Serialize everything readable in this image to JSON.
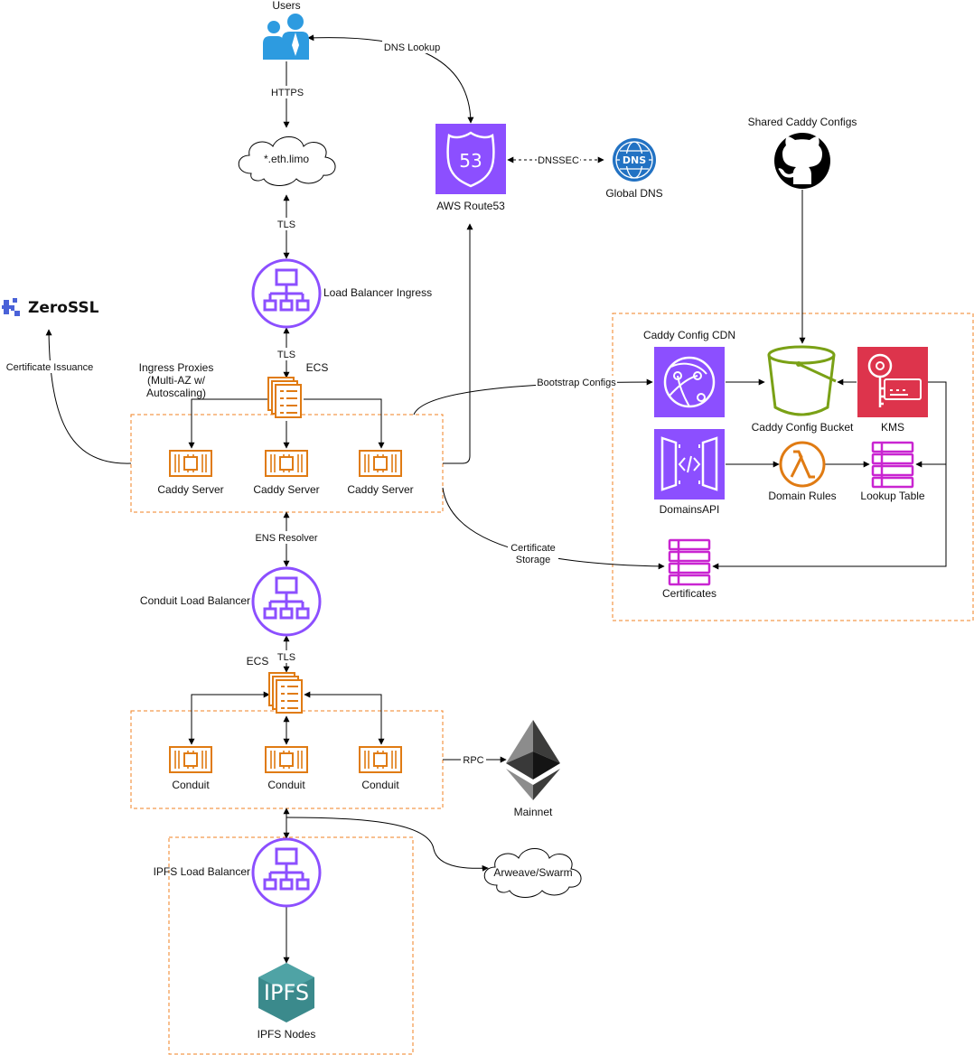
{
  "nodes": {
    "users": "Users",
    "eth_limo": "*.eth.limo",
    "route53": "AWS Route53",
    "route53_badge": "53",
    "global_dns": "Global DNS",
    "dns_badge": "DNS",
    "shared_configs": "Shared Caddy Configs",
    "zerossl": "ZeroSSL",
    "lb_ingress": "Load Balancer Ingress",
    "ingress_proxies_1": "Ingress Proxies",
    "ingress_proxies_2": "(Multi-AZ w/",
    "ingress_proxies_3": "Autoscaling)",
    "ecs_top": "ECS",
    "caddy_server": "Caddy Server",
    "caddy_cdn": "Caddy Config CDN",
    "caddy_bucket": "Caddy Config Bucket",
    "kms": "KMS",
    "domains_api": "DomainsAPI",
    "domain_rules": "Domain Rules",
    "lookup_table": "Lookup Table",
    "certificates": "Certificates",
    "conduit_lb": "Conduit Load Balancer",
    "ecs_bottom": "ECS",
    "conduit": "Conduit",
    "mainnet": "Mainnet",
    "arweave": "Arweave/Swarm",
    "ipfs_lb": "IPFS Load Balancer",
    "ipfs_nodes": "IPFS Nodes",
    "ipfs_badge": "IPFS"
  },
  "edges": {
    "dns_lookup": "DNS Lookup",
    "https": "HTTPS",
    "dnssec": "DNSSEC",
    "tls": "TLS",
    "cert_issuance": "Certificate Issuance",
    "bootstrap": "Bootstrap Configs",
    "cert_storage_1": "Certificate",
    "cert_storage_2": "Storage",
    "ens_resolver": "ENS Resolver",
    "rpc": "RPC"
  },
  "colors": {
    "aws_purple": "#8C4FFF",
    "aws_orange": "#E07B13",
    "aws_green": "#7AA116",
    "aws_red": "#DD344C",
    "aws_magenta": "#C925D1",
    "users_blue": "#2D9BE0",
    "dns_blue": "#2272C3",
    "ipfs_teal": "#3B8A8C",
    "zerossl_blue": "#4A62D8",
    "box_border": "#F08020"
  }
}
